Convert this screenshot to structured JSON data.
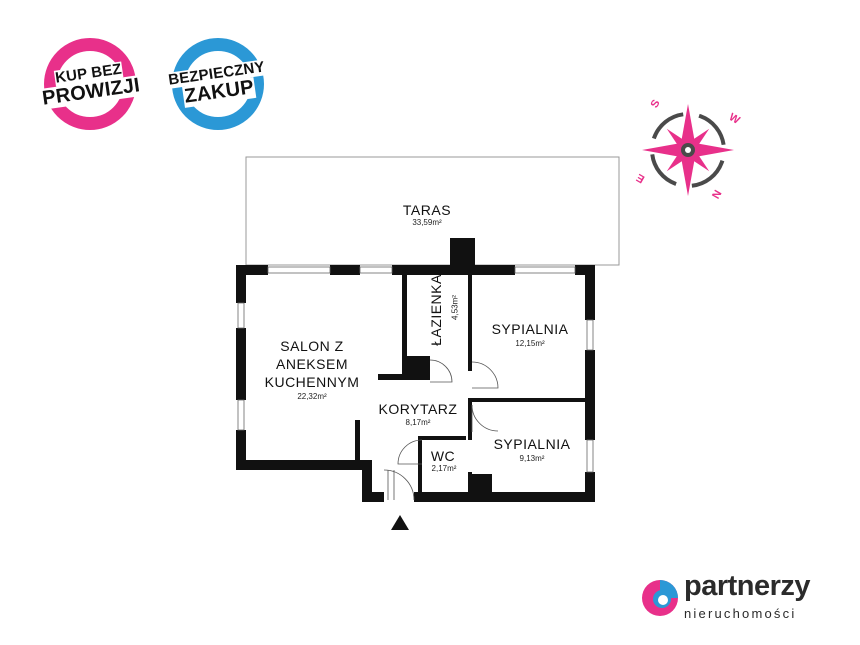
{
  "badges": [
    {
      "line1": "KUP BEZ",
      "line2": "PROWIZJI",
      "color": "#e8308a"
    },
    {
      "line1": "BEZPIECZNY",
      "line2": "ZAKUP",
      "color": "#2b98d6"
    }
  ],
  "compass": {
    "letters": [
      "S",
      "W",
      "E",
      "N"
    ],
    "accent_color": "#e8308a",
    "dark_color": "#4a4a4a",
    "icon": "compass-rose-icon"
  },
  "rooms": {
    "taras": {
      "name": "TARAS",
      "area": "33,59m²"
    },
    "salon": {
      "name_line1": "SALON Z",
      "name_line2": "ANEKSEM",
      "name_line3": "KUCHENNYM",
      "area": "22,32m²"
    },
    "lazienka": {
      "name": "ŁAZIENKA",
      "area": "4,53m²"
    },
    "sypialnia1": {
      "name": "SYPIALNIA",
      "area": "12,15m²"
    },
    "korytarz": {
      "name": "KORYTARZ",
      "area": "8,17m²"
    },
    "sypialnia2": {
      "name": "SYPIALNIA",
      "area": "9,13m²"
    },
    "wc": {
      "name": "WC",
      "area": "2,17m²"
    }
  },
  "entrance": {
    "icon": "entrance-arrow-icon"
  },
  "logo": {
    "word": "partnerzy",
    "sub": "nieruchomości",
    "icon": "partnerzy-logo-icon",
    "colors": [
      "#e8308a",
      "#2b98d6"
    ]
  }
}
